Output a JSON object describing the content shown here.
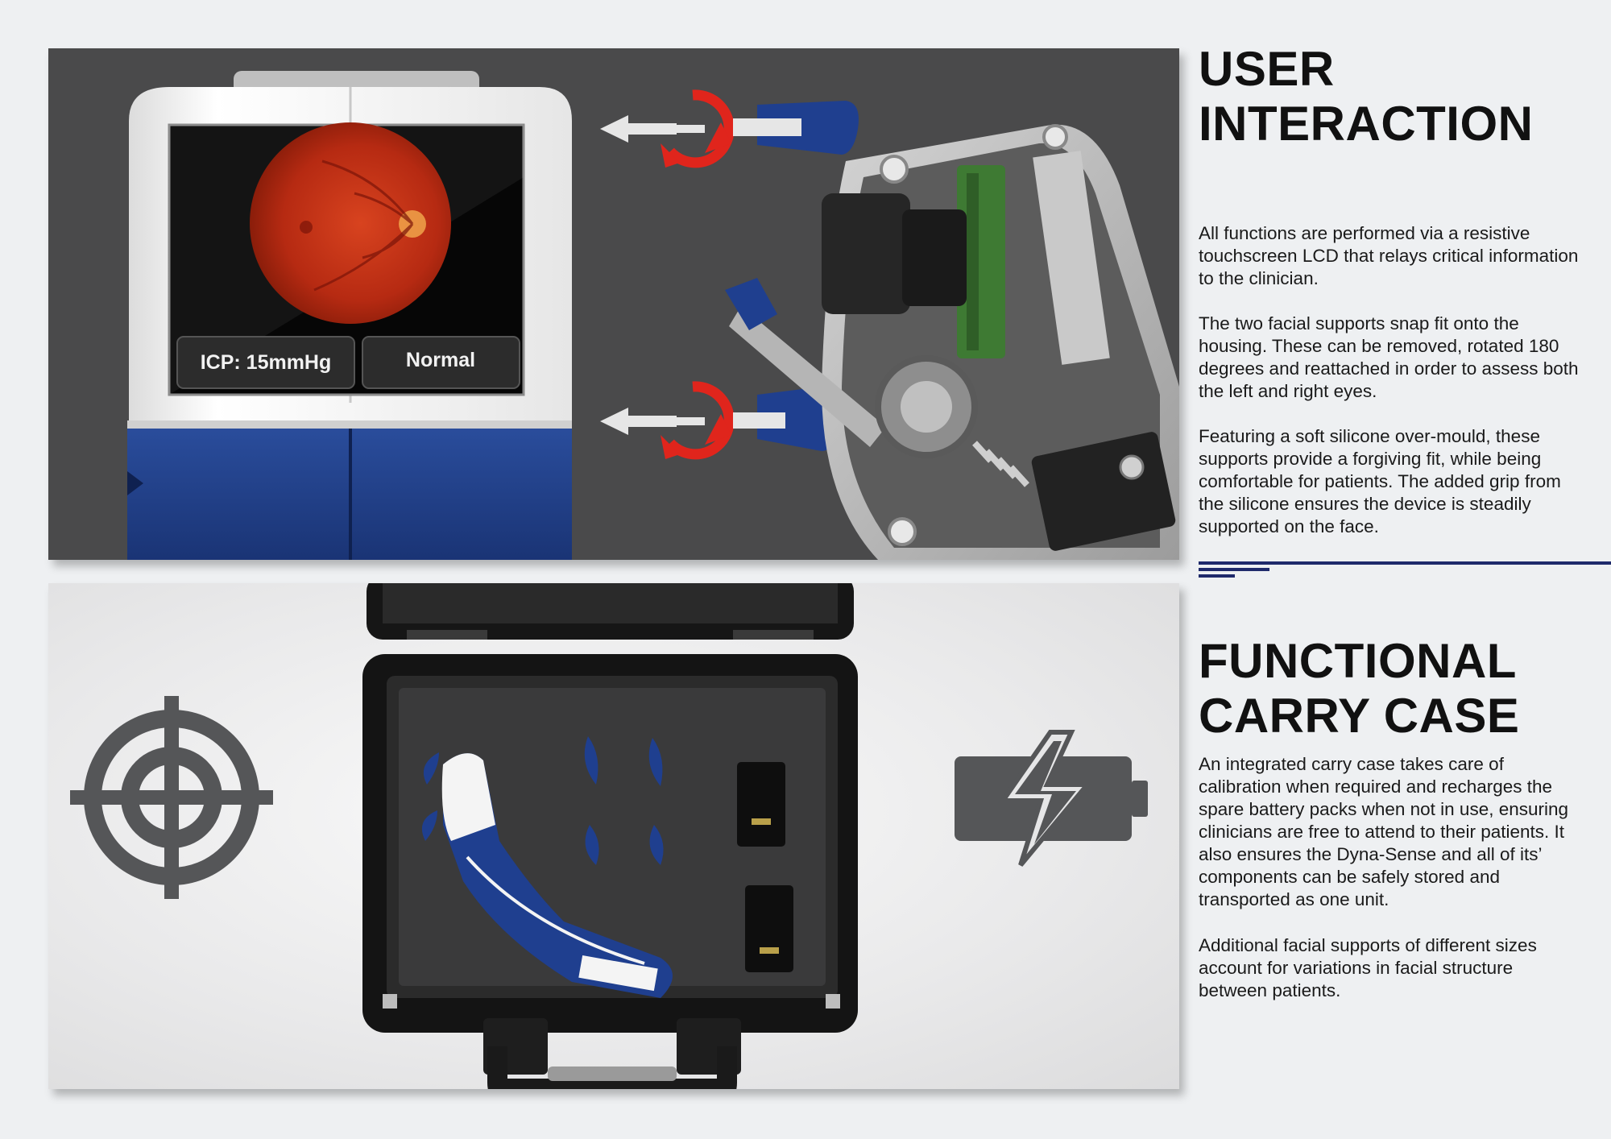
{
  "user_interaction": {
    "title_line1": "USER",
    "title_line2": "INTERACTION",
    "paragraph1": "All functions are performed via a resistive touchscreen LCD that relays critical information to the clinician.",
    "paragraph2": "The two facial supports snap fit onto the housing. These can be removed, rotated 180 degrees and reattached in order to assess both the left and right eyes.",
    "paragraph3": "Featuring a soft silicone over-mould, these supports provide a forgiving fit, while being comfortable for patients. The added grip from the silicone ensures the device is steadily supported on the face."
  },
  "device_screen": {
    "icp_button_label": "ICP: 15mmHg",
    "status_button_label": "Normal"
  },
  "carry_case": {
    "title_line1": "FUNCTIONAL",
    "title_line2": "CARRY CASE",
    "paragraph1": "An integrated carry case takes care of calibration when required and recharges the spare battery packs when not in use, ensuring clinicians are free to attend to their patients. It also ensures the Dyna-Sense and all of its’ components can be safely stored and transported as one unit.",
    "paragraph2": "Additional facial supports of different sizes account for variations in facial structure between patients."
  },
  "icons": [
    "crosshair-icon",
    "battery-charging-icon",
    "rotate-arrow-icon",
    "left-arrow-icon"
  ],
  "colors": {
    "accent_navy": "#1f2a6b",
    "device_blue": "#1f3f8f",
    "rotate_red": "#e0251c",
    "panel_dark": "#4a4a4b"
  }
}
